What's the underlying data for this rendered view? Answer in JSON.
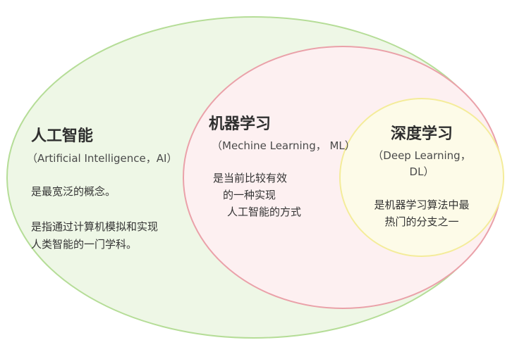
{
  "colors": {
    "ai_fill": "#eef7e6",
    "ai_stroke": "#b5dd97",
    "ml_fill": "#fdf0f1",
    "ml_stroke": "#eaa1a9",
    "dl_fill": "#fdfbe8",
    "dl_stroke": "#f4ec9a"
  },
  "ai": {
    "title": "人工智能",
    "subtitle": "（Artificial Intelligence，AI）",
    "desc1": "是最宽泛的概念。",
    "desc2_line1": "是指通过计算机模拟和实现",
    "desc2_line2": "人类智能的一门学科。"
  },
  "ml": {
    "title": "机器学习",
    "subtitle": "（Mechine Learning， ML）",
    "desc_line1": "是当前比较有效",
    "desc_line2": "的一种实现",
    "desc_line3": "人工智能的方式"
  },
  "dl": {
    "title": "深度学习",
    "subtitle_line1": "（Deep Learning，",
    "subtitle_line2": "DL）",
    "desc_line1": "是机器学习算法中最",
    "desc_line2": "热门的分支之一"
  }
}
